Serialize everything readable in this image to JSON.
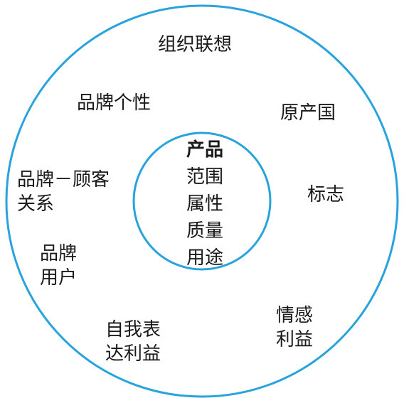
{
  "colors": {
    "ring": "#29a3dc",
    "text": "#1a1a1a",
    "background": "#ffffff"
  },
  "core": {
    "title": "产品",
    "items": [
      "范围",
      "属性",
      "质量",
      "用途"
    ]
  },
  "associations": {
    "organization": "组织联想",
    "personality": "品牌个性",
    "country_of_origin": "原产国",
    "relationship": [
      "品牌－顾客",
      "关系"
    ],
    "symbol": "标志",
    "user": [
      "品牌",
      "用户"
    ],
    "self_expression": [
      "自我表",
      "达利益"
    ],
    "emotional": [
      "情感",
      "利益"
    ]
  }
}
